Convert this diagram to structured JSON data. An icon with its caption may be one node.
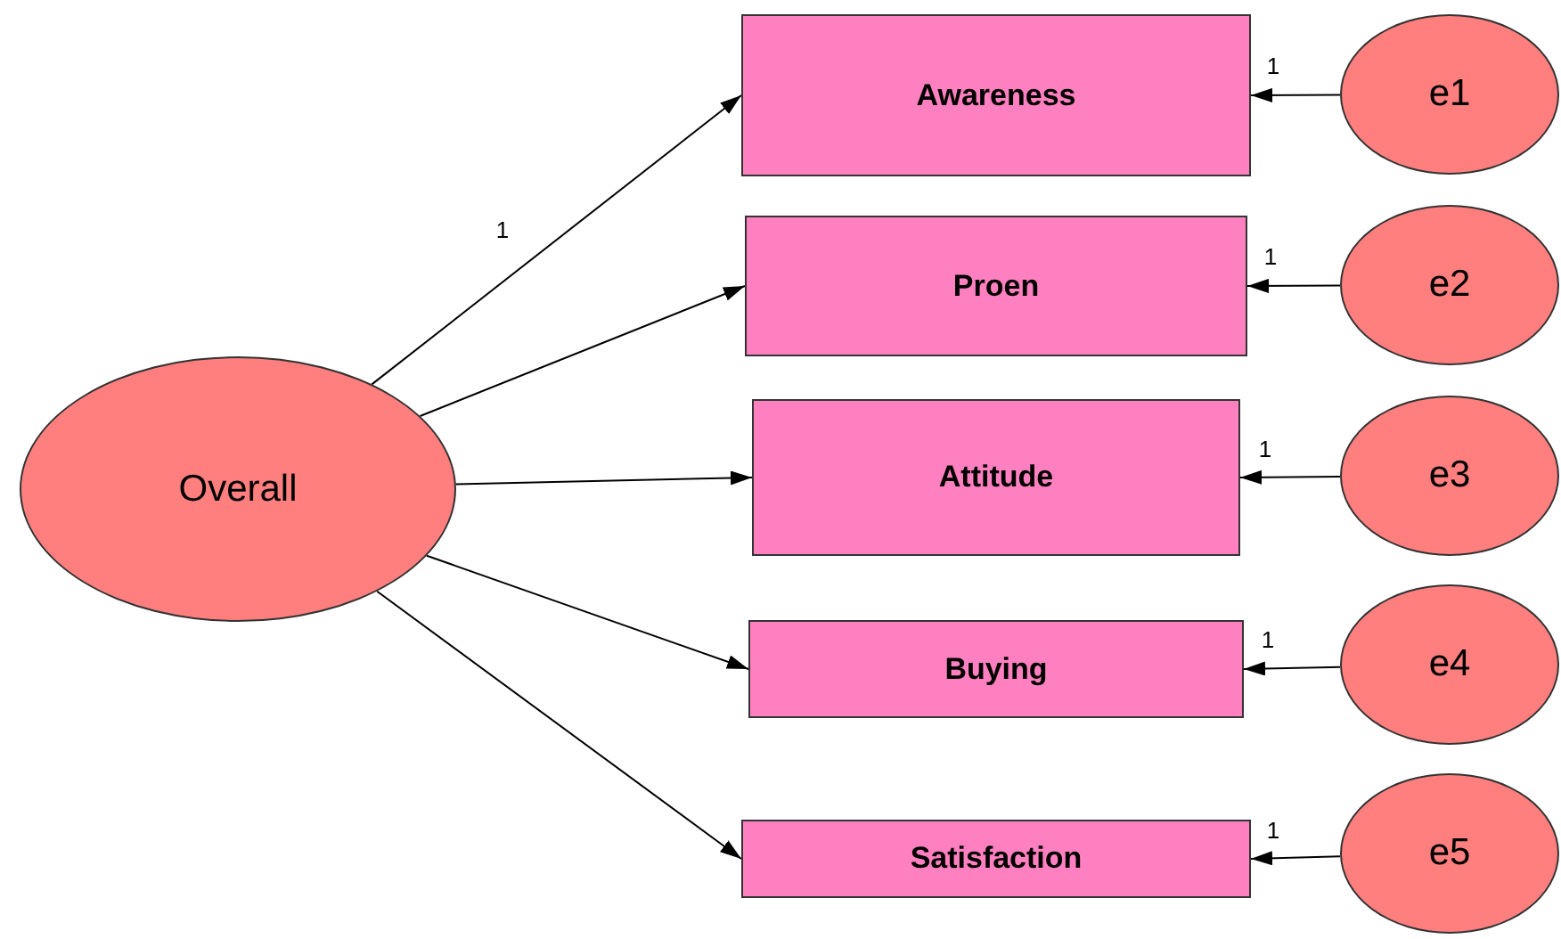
{
  "diagram": {
    "nodes": [
      {
        "text": [
          "Overall"
        ]
      },
      {
        "text": [
          "Awareness"
        ]
      },
      {
        "text": [
          "Proen"
        ]
      },
      {
        "text": [
          "Attitude"
        ]
      },
      {
        "text": [
          "Buying"
        ]
      },
      {
        "text": [
          "Satisfaction"
        ]
      },
      {
        "text": [
          "e1"
        ]
      },
      {
        "text": [
          "e2"
        ]
      },
      {
        "text": [
          "e3"
        ]
      },
      {
        "text": [
          "e4"
        ]
      },
      {
        "text": [
          "e5"
        ]
      }
    ],
    "edges": [
      {
        "from": 0,
        "to": 1,
        "arrow": "to",
        "label": "1"
      },
      {
        "from": 0,
        "to": 2,
        "arrow": "to"
      },
      {
        "from": 0,
        "to": 3,
        "arrow": "to"
      },
      {
        "from": 0,
        "to": 4,
        "arrow": "to"
      },
      {
        "from": 0,
        "to": 5,
        "arrow": "to"
      },
      {
        "from": 6,
        "to": 1,
        "arrow": "to",
        "label": "1"
      },
      {
        "from": 7,
        "to": 2,
        "arrow": "to",
        "label": "1"
      },
      {
        "from": 8,
        "to": 3,
        "arrow": "to",
        "label": "1"
      },
      {
        "from": 9,
        "to": 4,
        "arrow": "to",
        "label": "1"
      },
      {
        "from": 10,
        "to": 5,
        "arrow": "to",
        "label": "1"
      }
    ]
  }
}
